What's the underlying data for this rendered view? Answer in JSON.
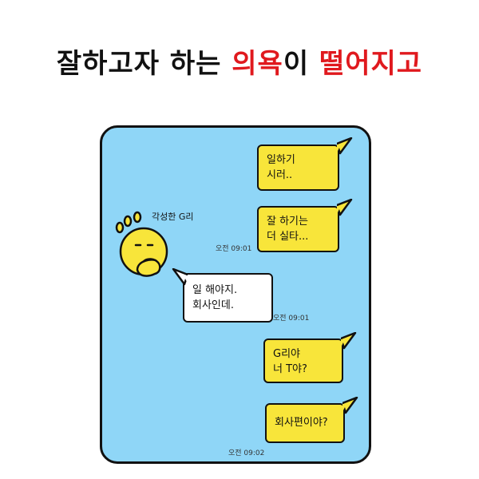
{
  "title": {
    "part1": "잘하고자 하는 ",
    "highlight1": "의욕",
    "part2": "이 ",
    "highlight2": "떨어지고"
  },
  "chat": {
    "sender_name": "각성한 G리",
    "messages": [
      {
        "side": "right",
        "lines": [
          "일하기",
          "시러.."
        ]
      },
      {
        "side": "right",
        "lines": [
          "잘 하기는",
          "더 실타..."
        ],
        "time": "오전 09:01"
      },
      {
        "side": "left",
        "lines": [
          "일 해야지.",
          "회사인데."
        ],
        "time": "오전 09:01"
      },
      {
        "side": "right",
        "lines": [
          "G리야",
          "너 T야?"
        ]
      },
      {
        "side": "right",
        "lines": [
          "회사편이야?"
        ],
        "time": "오전 09:02"
      }
    ]
  },
  "colors": {
    "background": "#8fd6f7",
    "bubble": "#f8e53a",
    "highlight": "#e0191e"
  }
}
